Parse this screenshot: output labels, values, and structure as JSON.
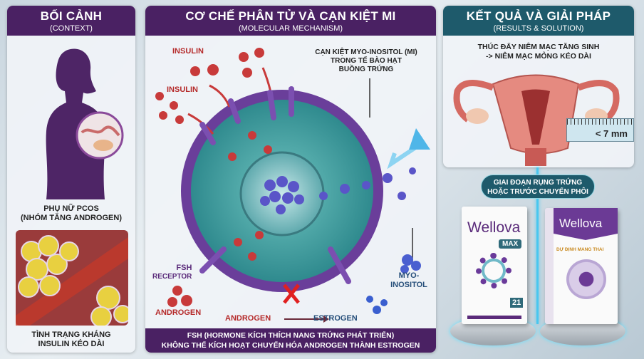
{
  "context": {
    "title": "BỐI CẢNH",
    "subtitle": "(CONTEXT)",
    "woman_label_line1": "PHỤ NỮ PCOS",
    "woman_label_line2": "(NHÓM TĂNG ANDROGEN)",
    "insulin_caption_line1": "TÌNH TRẠNG KHÁNG",
    "insulin_caption_line2": "INSULIN KÉO DÀI"
  },
  "mechanism": {
    "title": "CƠ CHẾ PHÂN TỬ VÀ CẠN KIỆT MI",
    "subtitle": "(MOLECULAR MECHANISM)",
    "insulin_label_1": "INSULIN",
    "insulin_label_2": "INSULIN",
    "callout_line1": "CẠN KIỆT MYO-INOSITOL (MI)",
    "callout_line2": "TRONG TẾ BÀO HẠT",
    "callout_line3": "BUỒNG TRỨNG",
    "fsh_line1": "FSH",
    "fsh_line2": "RECEPTOR",
    "androgen_label": "ANDROGEN",
    "conversion_from": "ANDROGEN",
    "conversion_to": "ESTROGEN",
    "mi_line1": "MYO-",
    "mi_line2": "INOSITOL",
    "footer_line1": "FSH (HORMONE KÍCH THÍCH NANG TRỨNG PHÁT TRIỂN)",
    "footer_line2": "KHÔNG THỂ KÍCH HOẠT CHUYỂN HÓA ANDROGEN THÀNH ESTROGEN"
  },
  "results": {
    "title": "KẾT QUẢ VÀ GIẢI PHÁP",
    "subtitle": "(RESULTS & SOLUTION)",
    "text_line1": "THÚC ĐẨY NIÊM MẠC TĂNG SINH",
    "text_line2": "-> NIÊM MẠC MỎNG KÉO DÀI",
    "ruler_value": "< 7 mm",
    "stage_line1": "GIAI ĐOẠN RỤNG TRỨNG",
    "stage_line2": "HOẶC TRƯỚC CHUYỂN PHÔI"
  },
  "products": [
    {
      "brand": "Wellova",
      "variant": "MAX",
      "count": "21",
      "color": "#5a2a7a"
    },
    {
      "brand": "Wellova",
      "tagline": "DỰ ĐỊNH MANG THAI",
      "color": "#6b3a95"
    }
  ],
  "colors": {
    "purple": "#4a2163",
    "teal": "#1e5a6b",
    "insulin_red": "#c83a3a",
    "mi_blue": "#4a5fd0"
  }
}
